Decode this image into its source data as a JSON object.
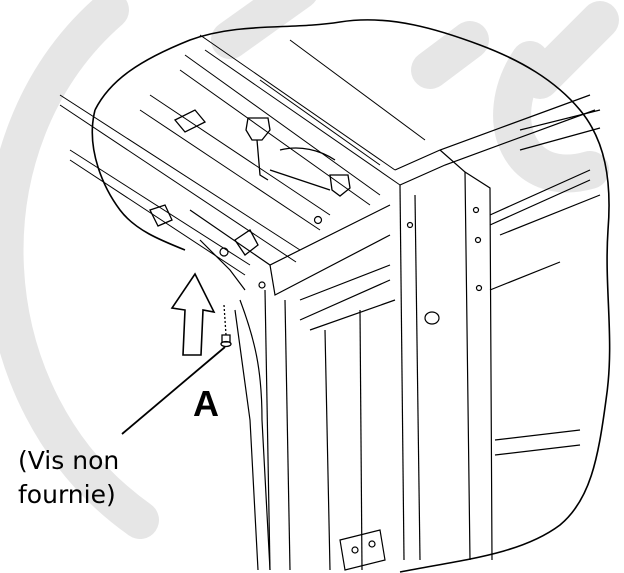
{
  "diagram": {
    "part_label": "A",
    "callout": {
      "line1": "(Vis non",
      "line2": "fournie)"
    },
    "colors": {
      "ink": "#000000",
      "watermark": "#e6e6e6",
      "paper": "#ffffff"
    },
    "icons": {
      "direction_arrow": "up-arrow-icon",
      "screw": "screw-icon"
    }
  }
}
